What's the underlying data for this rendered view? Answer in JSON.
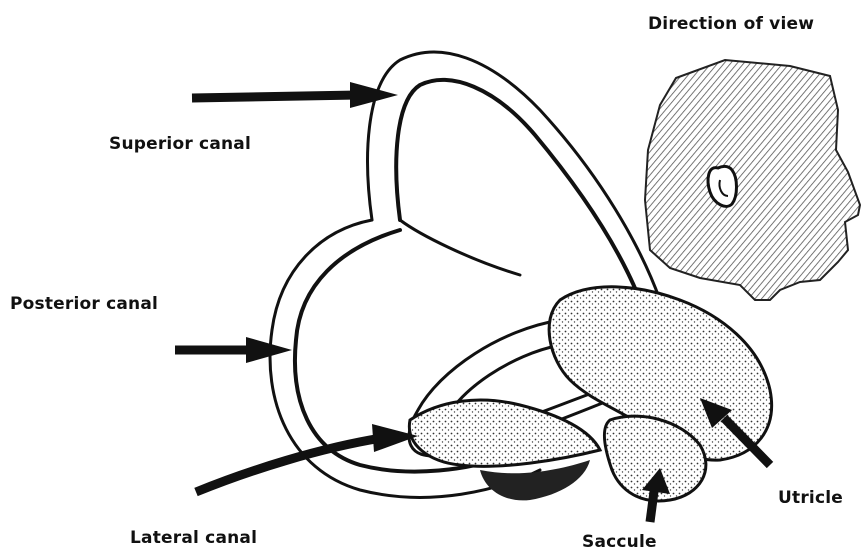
{
  "labels": {
    "direction": "Direction of view",
    "superior": "Superior canal",
    "posterior": "Posterior canal",
    "lateral": "Lateral canal",
    "saccule": "Saccule",
    "utricle": "Utricle"
  },
  "colors": {
    "ink": "#111111",
    "background": "#ffffff",
    "hatch": "#555555"
  }
}
